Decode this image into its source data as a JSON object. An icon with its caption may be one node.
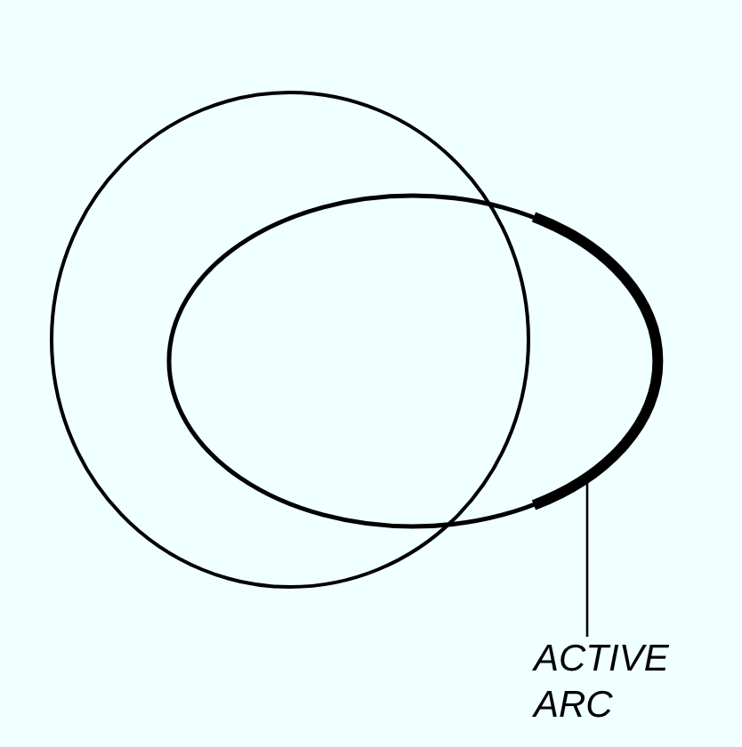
{
  "diagram": {
    "nodes": [
      {
        "text": [
          "ACTIVE ARC"
        ]
      },
      {
        "text": [],
        "shape": "arc"
      }
    ],
    "edges": [
      {
        "from": 0,
        "to": 1,
        "arrow": "none"
      }
    ]
  }
}
